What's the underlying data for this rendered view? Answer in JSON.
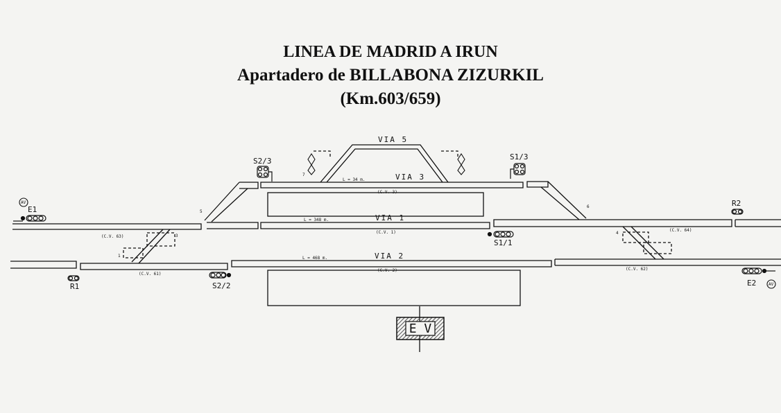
{
  "title": {
    "line1": "LINEA DE MADRID A IRUN",
    "line2": "Apartadero de BILLABONA ZIZURKIL",
    "line3": "(Km.603/659)"
  },
  "tracks": {
    "via5": "VIA 5",
    "via3": "VIA 3",
    "via1": "VIA 1",
    "via2": "VIA 2",
    "len_via3": "L = 34 m.",
    "len_via1": "L = 348 m.",
    "len_via2": "L = 468 m."
  },
  "circuits": {
    "cv3": "(C.V. 3)",
    "cv1": "(C.V. 1)",
    "cv2": "(C.V. 2)",
    "cv63": "(C.V. 63)",
    "cv61": "(C.V. 61)",
    "cv64": "(C.V. 64)",
    "cv62": "(C.V. 62)"
  },
  "signals": {
    "e1": "E1",
    "e2": "E2",
    "r1": "R1",
    "r2": "R2",
    "s2_3": "S2/3",
    "s1_3": "S1/3",
    "s1_1": "S1/1",
    "s2_2": "S2/2"
  },
  "switches": {
    "sw1": "1",
    "sw3": "3",
    "sw4": "4",
    "sw5": "5",
    "sw6": "6",
    "sw7": "7"
  },
  "markers": {
    "av_left": "AV",
    "av_right": "AV"
  },
  "building": {
    "label": "E V"
  },
  "colors": {
    "ink": "#111111",
    "paper": "#f4f4f2",
    "hatch": "#555555"
  }
}
